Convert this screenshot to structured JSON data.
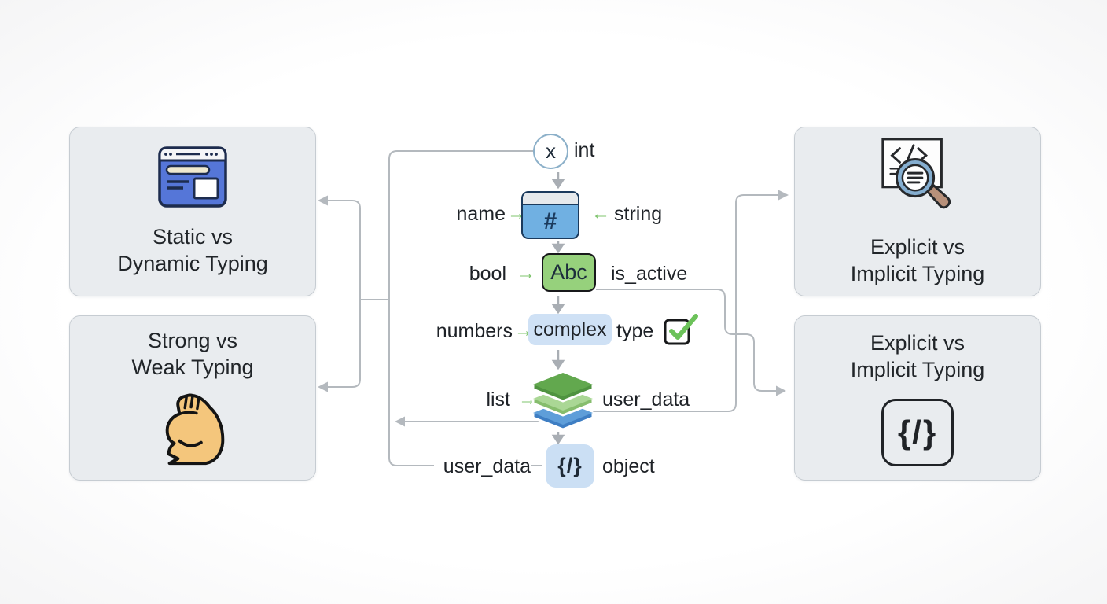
{
  "boxes": {
    "top_left": {
      "line1": "Static vs",
      "line2": "Dynamic Typing"
    },
    "bottom_left": {
      "line1": "Strong vs",
      "line2": "Weak Typing"
    },
    "top_right": {
      "line1": "Explicit vs",
      "line2": "Implicit Typing"
    },
    "bottom_right": {
      "line1": "Explicit vs",
      "line2": "Implicit Typing",
      "icon_glyph": "{/}"
    }
  },
  "flow": {
    "row_int": {
      "node": "x",
      "type_label": "int"
    },
    "row_string": {
      "var_label": "name",
      "arrow_in": "→",
      "node_glyph": "#",
      "arrow_back": "←",
      "type_label": "string"
    },
    "row_bool": {
      "type_label": "bool",
      "arrow_in": "→",
      "node_glyph": "Abc",
      "var_label": "is_active"
    },
    "row_complex": {
      "var_label": "numbers",
      "arrow_in": "→",
      "highlight": "complex",
      "suffix": "type"
    },
    "row_list": {
      "type_label": "list",
      "arrow_in": "→",
      "var_label": "user_data"
    },
    "row_object": {
      "var_label": "user_data",
      "node_glyph": "{/}",
      "type_label": "object"
    }
  },
  "colors": {
    "panel_fill": "#e9ecef",
    "line_gray": "#b4b9be",
    "arrow_green": "#7fc46e",
    "node_blue": "#70b0e2",
    "node_green": "#96d17c",
    "chip_blue": "#cfe1f5",
    "check_green": "#6cc25a"
  }
}
